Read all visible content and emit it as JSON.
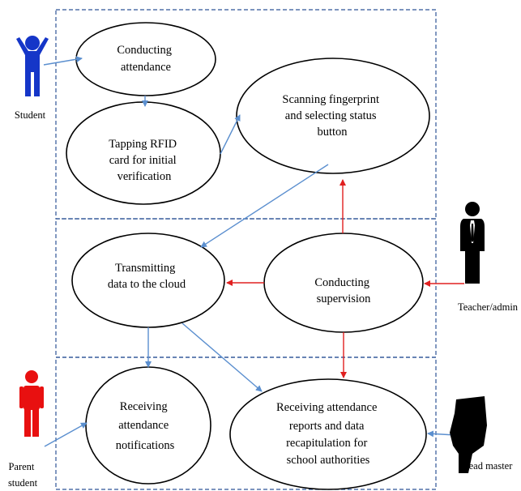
{
  "diagram": {
    "use_cases": {
      "conducting_attendance": [
        "Conducting",
        "attendance"
      ],
      "tapping_rfid": [
        "Tapping RFID",
        "card for initial",
        "verification"
      ],
      "scanning_fingerprint": [
        "Scanning fingerprint",
        "and selecting  status",
        "button"
      ],
      "transmitting_data": [
        "Transmitting",
        "data to the cloud"
      ],
      "conducting_supervision": [
        "Conducting",
        "supervision"
      ],
      "receiving_notifications": [
        "Receiving",
        "attendance",
        "notifications"
      ],
      "receiving_reports": [
        "Receiving attendance",
        "reports and data",
        "recapitulation  for",
        "school authorities"
      ]
    },
    "actors": {
      "student": [
        "Student"
      ],
      "teacher_admin": [
        "Teacher/admin"
      ],
      "parent_student": [
        "Parent",
        "student"
      ],
      "head_master": [
        "Head master"
      ]
    },
    "colors": {
      "student": "#1536c8",
      "parent": "#e81010",
      "teacher": "#000000",
      "flow_arrow": "#5b8fcf",
      "supervision_arrow": "#e02020",
      "boundary": "#2f5597"
    },
    "icons": {
      "student": "person-arms-up-icon",
      "teacher_admin": "person-with-tie-icon",
      "parent_student": "person-standing-icon",
      "head_master": "head-silhouette-icon"
    }
  }
}
